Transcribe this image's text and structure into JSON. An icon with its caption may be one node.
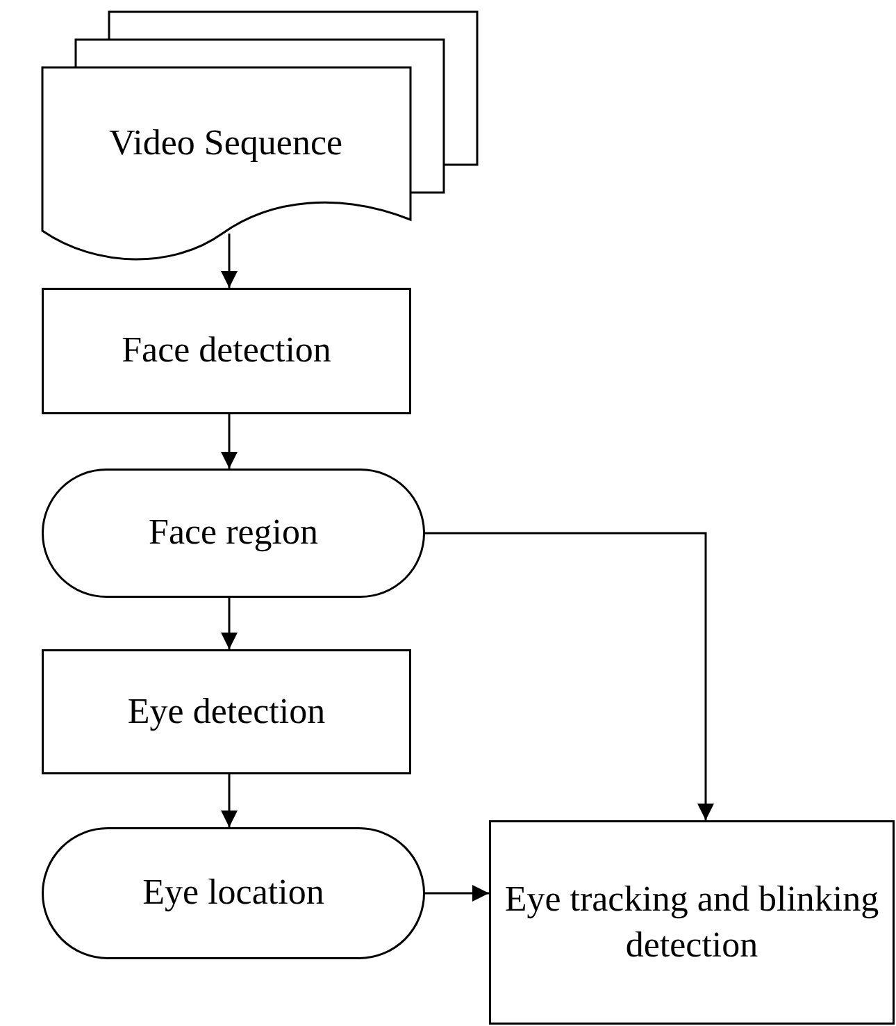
{
  "diagram": {
    "nodes": [
      {
        "text": [
          "Video Sequence"
        ]
      },
      {
        "text": [
          "Face detection"
        ]
      },
      {
        "text": [
          "Face region"
        ]
      },
      {
        "text": [
          "Eye detection"
        ]
      },
      {
        "text": [
          "Eye location"
        ]
      },
      {
        "text": [
          "Eye tracking and blinking detection"
        ]
      }
    ],
    "edges": [
      {
        "from": 0,
        "to": 1,
        "arrow": "to"
      },
      {
        "from": 1,
        "to": 2,
        "arrow": "to"
      },
      {
        "from": 2,
        "to": 3,
        "arrow": "to"
      },
      {
        "from": 3,
        "to": 4,
        "arrow": "to"
      },
      {
        "from": 2,
        "to": 5,
        "arrow": "to"
      },
      {
        "from": 4,
        "to": 5,
        "arrow": "to"
      }
    ]
  }
}
